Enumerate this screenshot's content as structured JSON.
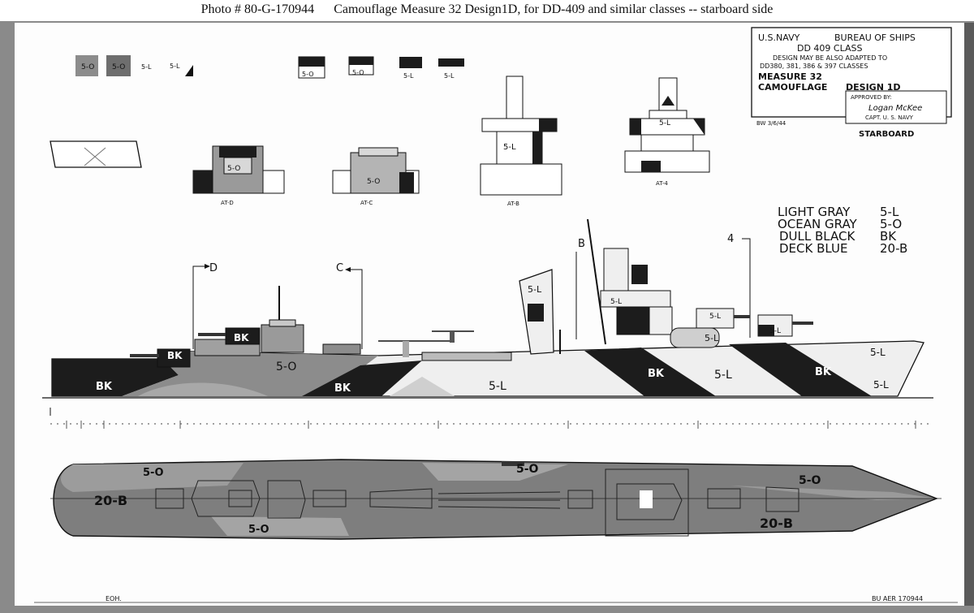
{
  "caption": {
    "photo_number": "Photo # 80-G-170944",
    "title": "Camouflage Measure 32 Design1D, for DD-409 and similar classes -- starboard side"
  },
  "title_block": {
    "line1_left": "U.S.NAVY",
    "line1_right": "BUREAU OF SHIPS",
    "line2": "DD 409 CLASS",
    "line3": "DESIGN MAY BE ALSO ADAPTED TO",
    "line4": "DD380, 381, 386 & 397 CLASSES",
    "measure": "MEASURE 32",
    "camouflage": "CAMOUFLAGE",
    "design": "DESIGN 1D",
    "approved": "APPROVED BY:",
    "signature": "Logan McKee",
    "rank": "CAPT. U. S. NAVY",
    "date": "BW 3/6/44",
    "side": "STARBOARD"
  },
  "legend": [
    {
      "name": "LIGHT GRAY",
      "code": "5-L"
    },
    {
      "name": "OCEAN GRAY",
      "code": "5-O"
    },
    {
      "name": "DULL BLACK",
      "code": "BK"
    },
    {
      "name": "DECK BLUE",
      "code": "20-B"
    }
  ],
  "swatches": {
    "a": "5-O",
    "b": "5-O",
    "c": "5-L",
    "d": "5-L"
  },
  "small_details": {
    "a": "5-O",
    "b": "5-O",
    "c": "5-L",
    "d": "5-L"
  },
  "sections": {
    "d": {
      "label": "AT-D",
      "color": "5-O"
    },
    "c": {
      "label": "AT-C",
      "color": "5-O"
    },
    "b": {
      "label": "AT-B",
      "color": "5-L"
    },
    "four": {
      "label": "AT-4",
      "color": "5-L"
    }
  },
  "section_markers": {
    "d": "D",
    "c": "C",
    "b": "B",
    "four": "4"
  },
  "profile_labels": {
    "bk_stern": "BK",
    "bk_turret1": "BK",
    "bk_turret2": "BK",
    "oceangray_mid": "5-O",
    "bk_mid": "BK",
    "lightgray_mid": "5-L",
    "bk_fwd": "BK",
    "lightgray_fwd": "5-L",
    "bk_bow": "BK",
    "lightgray_bow_upper": "5-L",
    "lightgray_bow_lower": "5-L",
    "stack": "5-L",
    "bridge": "5-L",
    "mount_fwd": "5-L",
    "mount_fwd2": "5-L",
    "mount_bow": "5-L"
  },
  "plan_labels": {
    "stern_top": "5-O",
    "stern_blue": "20-B",
    "stern_bottom": "5-O",
    "mid_top": "5-O",
    "bow_top": "5-O",
    "bow_blue": "20-B"
  },
  "footer": {
    "left": "EOH.",
    "right": "BU AER 170944"
  },
  "colors": {
    "light_gray": "#e6e6e6",
    "ocean_gray": "#8c8c8c",
    "dull_black": "#1c1c1c",
    "deck_blue": "#6f6f6f",
    "paper": "#ffffff"
  }
}
